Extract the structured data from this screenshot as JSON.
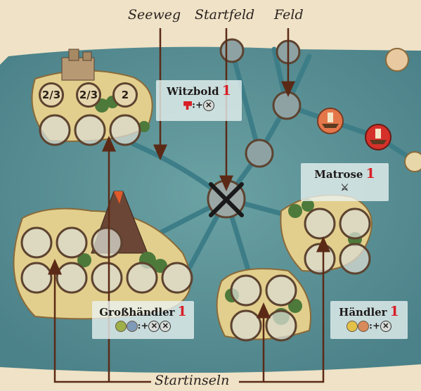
{
  "labels": {
    "seeweg": "Seeweg",
    "startfeld": "Startfeld",
    "feld": "Feld",
    "startinseln": "Startinseln"
  },
  "badges": [
    "2/3",
    "2/3",
    "2"
  ],
  "panels": {
    "witzbold": {
      "name": "Witzbold",
      "value": "1",
      "row": ":+"
    },
    "matrose": {
      "name": "Matrose",
      "value": "1"
    },
    "grosshaendler": {
      "name": "Großhändler",
      "value": "1",
      "row": ":+"
    },
    "haendler": {
      "name": "Händler",
      "value": "1",
      "row": ":+"
    }
  },
  "colors": {
    "sea": "#5a9296",
    "route": "#3f7f88",
    "arrow": "#5b2a16",
    "accent_red": "#d81e25"
  },
  "icons": {
    "start": "crossed-swords-icon",
    "dislike": "thumbs-down-icon",
    "swap": "x-circle-icon"
  }
}
